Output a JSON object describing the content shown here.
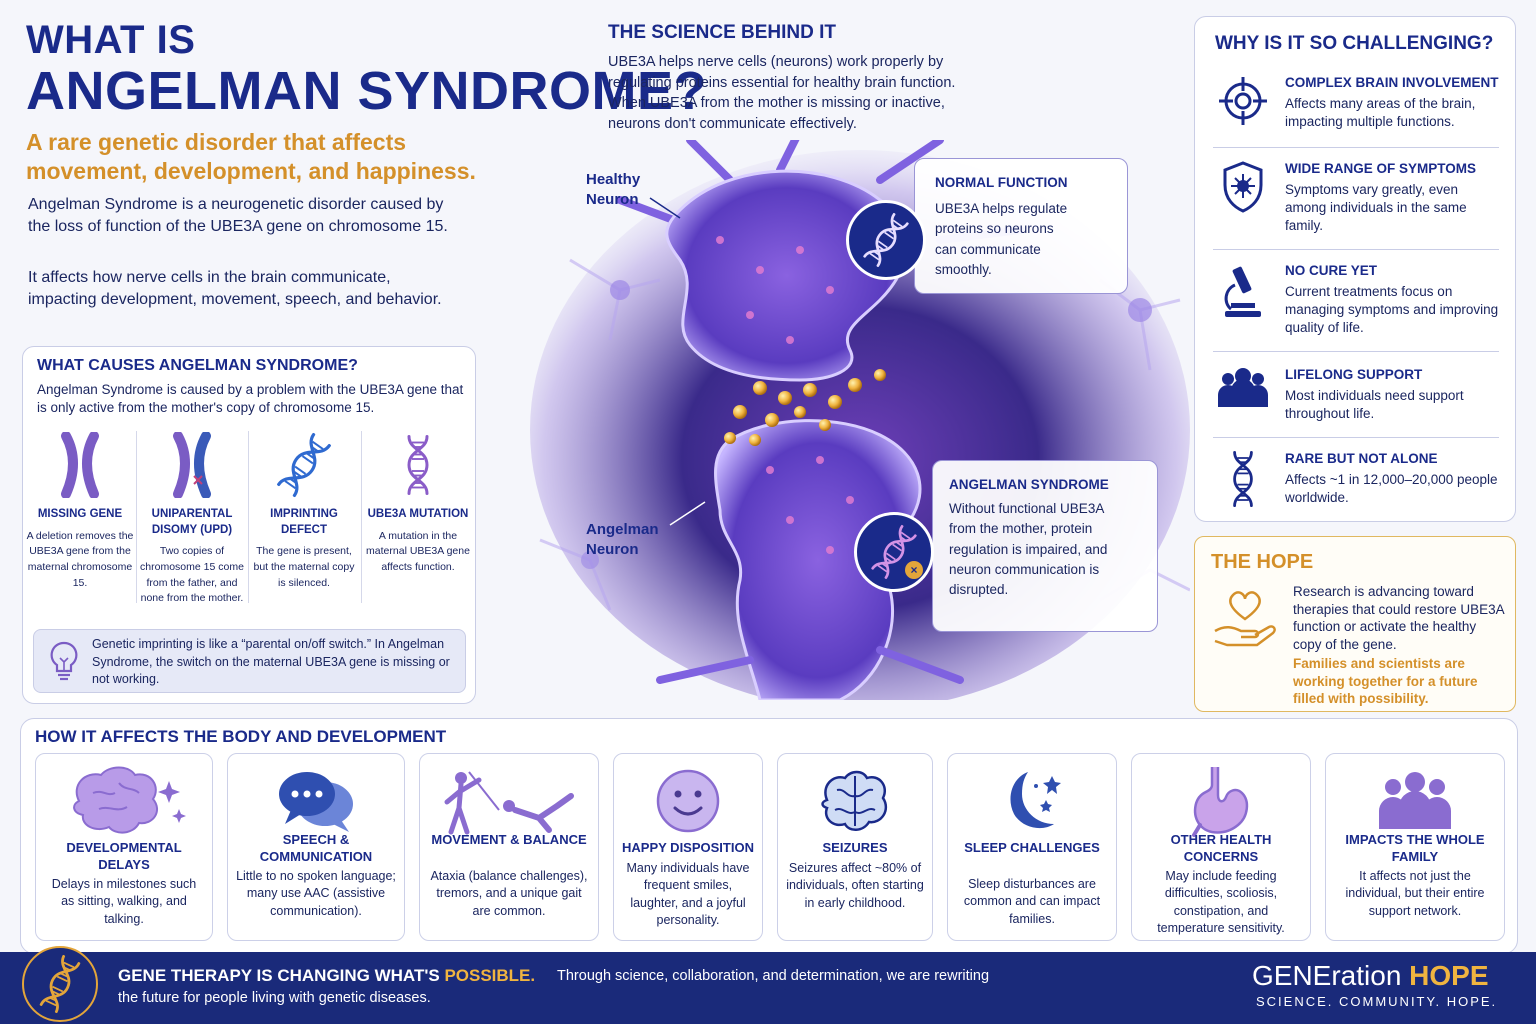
{
  "header": {
    "title_line1": "WHAT IS",
    "title_line2": "ANGELMAN SYNDROME?",
    "subtitle": "A rare genetic disorder that affects movement, development, and happiness.",
    "intro_1": "Angelman Syndrome is a neurogenetic disorder caused by the loss of function of the UBE3A gene on chromosome 15.",
    "intro_2": "It affects how nerve cells in the brain communicate, impacting development, movement, speech, and behavior."
  },
  "causes": {
    "title": "WHAT CAUSES ANGELMAN SYNDROME?",
    "desc": "Angelman Syndrome is caused by a problem with the UBE3A gene that is only active from the mother's copy of chromosome 15.",
    "items": [
      {
        "name": "MISSING GENE",
        "desc": "A deletion removes the UBE3A gene from the maternal chromosome 15.",
        "icon": "chromosome-icon"
      },
      {
        "name": "UNIPARENTAL DISOMY (UPD)",
        "desc": "Two copies of chromosome 15 come from the father, and none from the mother.",
        "icon": "chromosome-cross-icon"
      },
      {
        "name": "IMPRINTING DEFECT",
        "desc": "The gene is present, but the maternal copy is silenced.",
        "icon": "dna-icon"
      },
      {
        "name": "UBE3A MUTATION",
        "desc": "A mutation in the maternal UBE3A gene affects function.",
        "icon": "dna-purple-icon"
      }
    ],
    "tip": "Genetic imprinting is like a “parental on/off switch.” In Angelman Syndrome, the switch on the maternal UBE3A gene is missing or not working."
  },
  "science": {
    "title": "THE SCIENCE BEHIND IT",
    "desc": "UBE3A helps nerve cells (neurons) work properly by regulating proteins essential for healthy brain function. When UBE3A from the mother is missing or inactive, neurons don't communicate effectively.",
    "healthy_label": "Healthy Neuron",
    "angelman_label": "Angelman Neuron",
    "normal_title": "NORMAL FUNCTION",
    "normal_desc": "UBE3A helps regulate proteins so neurons can communicate smoothly.",
    "angelman_title": "ANGELMAN SYNDROME",
    "angelman_desc": "Without functional UBE3A from the mother, protein regulation is impaired, and neuron communication is disrupted."
  },
  "challenges": {
    "title": "WHY IS IT SO CHALLENGING?",
    "items": [
      {
        "title": "COMPLEX BRAIN INVOLVEMENT",
        "desc": "Affects many areas of the brain, impacting multiple functions.",
        "icon": "target-icon"
      },
      {
        "title": "WIDE RANGE OF SYMPTOMS",
        "desc": "Symptoms vary greatly, even among individuals in the same family.",
        "icon": "shield-icon"
      },
      {
        "title": "NO CURE YET",
        "desc": "Current treatments focus on managing symptoms and improving quality of life.",
        "icon": "microscope-icon"
      },
      {
        "title": "LIFELONG SUPPORT",
        "desc": "Most individuals need support throughout life.",
        "icon": "people-icon"
      },
      {
        "title": "RARE BUT NOT ALONE",
        "desc": "Affects ~1 in 12,000–20,000 people worldwide.",
        "icon": "dna-icon"
      }
    ]
  },
  "hope": {
    "title": "THE HOPE",
    "desc": "Research is advancing toward therapies that could restore UBE3A function or activate the healthy copy of the gene.",
    "note": "Families and scientists are working together for a future filled with possibility."
  },
  "effects": {
    "title": "HOW IT AFFECTS THE BODY AND DEVELOPMENT",
    "items": [
      {
        "title": "DEVELOPMENTAL DELAYS",
        "desc": "Delays in milestones such as sitting, walking, and talking.",
        "icon": "brain-sparkle-icon"
      },
      {
        "title": "SPEECH & COMMUNICATION",
        "desc": "Little to no spoken language; many use AAC (assistive communication).",
        "icon": "speech-bubbles-icon"
      },
      {
        "title": "MOVEMENT & BALANCE",
        "desc": "Ataxia (balance challenges), tremors, and a unique gait are common.",
        "icon": "movement-icon"
      },
      {
        "title": "HAPPY DISPOSITION",
        "desc": "Many individuals have frequent smiles, laughter, and a joyful personality.",
        "icon": "smiley-icon"
      },
      {
        "title": "SEIZURES",
        "desc": "Seizures affect ~80% of individuals, often starting in early childhood.",
        "icon": "brain-icon"
      },
      {
        "title": "SLEEP CHALLENGES",
        "desc": "Sleep disturbances are common and can impact families.",
        "icon": "moon-stars-icon"
      },
      {
        "title": "OTHER HEALTH CONCERNS",
        "desc": "May include feeding difficulties, scoliosis, constipation, and temperature sensitivity.",
        "icon": "stomach-icon"
      },
      {
        "title": "IMPACTS THE WHOLE FAMILY",
        "desc": "It affects not just the individual, but their entire support network.",
        "icon": "family-icon"
      }
    ]
  },
  "footer": {
    "head_main": "GENE THERAPY IS CHANGING WHAT'S ",
    "head_highlight": "POSSIBLE.",
    "text_1": "Through science, collaboration, and determination, we are rewriting",
    "text_2": "the future for people living with genetic diseases.",
    "brand_main": "GENEration ",
    "brand_highlight": "HOPE",
    "tagline": "SCIENCE. COMMUNITY. HOPE."
  },
  "colors": {
    "navy": "#1a2a8a",
    "gold": "#d4902a",
    "purple": "#8a6cd0",
    "footer": "#1a2a7a"
  }
}
